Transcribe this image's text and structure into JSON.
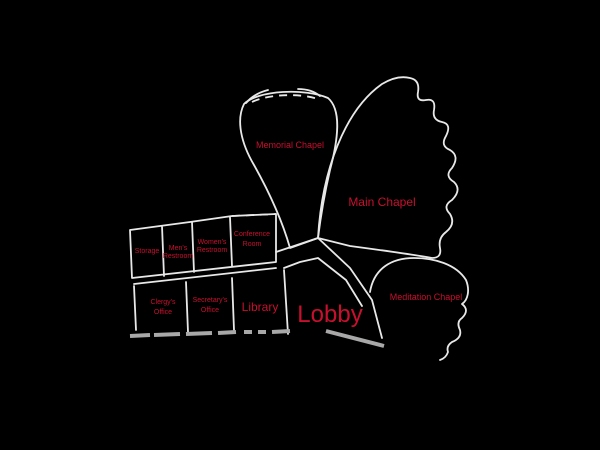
{
  "rooms": {
    "memorial_chapel": "Memorial Chapel",
    "main_chapel": "Main Chapel",
    "meditation_chapel": "Meditation Chapel",
    "lobby": "Lobby",
    "library": "Library",
    "conference_room": [
      "Conference",
      "Room"
    ],
    "womens_restroom": [
      "Women's",
      "Restroom"
    ],
    "mens_restroom": [
      "Men's",
      "Restroom"
    ],
    "storage": "Storage",
    "clergys_office": [
      "Clergy's",
      "Office"
    ],
    "secretarys_office": [
      "Secretary's",
      "Office"
    ]
  },
  "colors": {
    "background": "#000000",
    "walls": "#e8e8e8",
    "labels": "#c8102e",
    "base_band": "#a8a8a8"
  }
}
